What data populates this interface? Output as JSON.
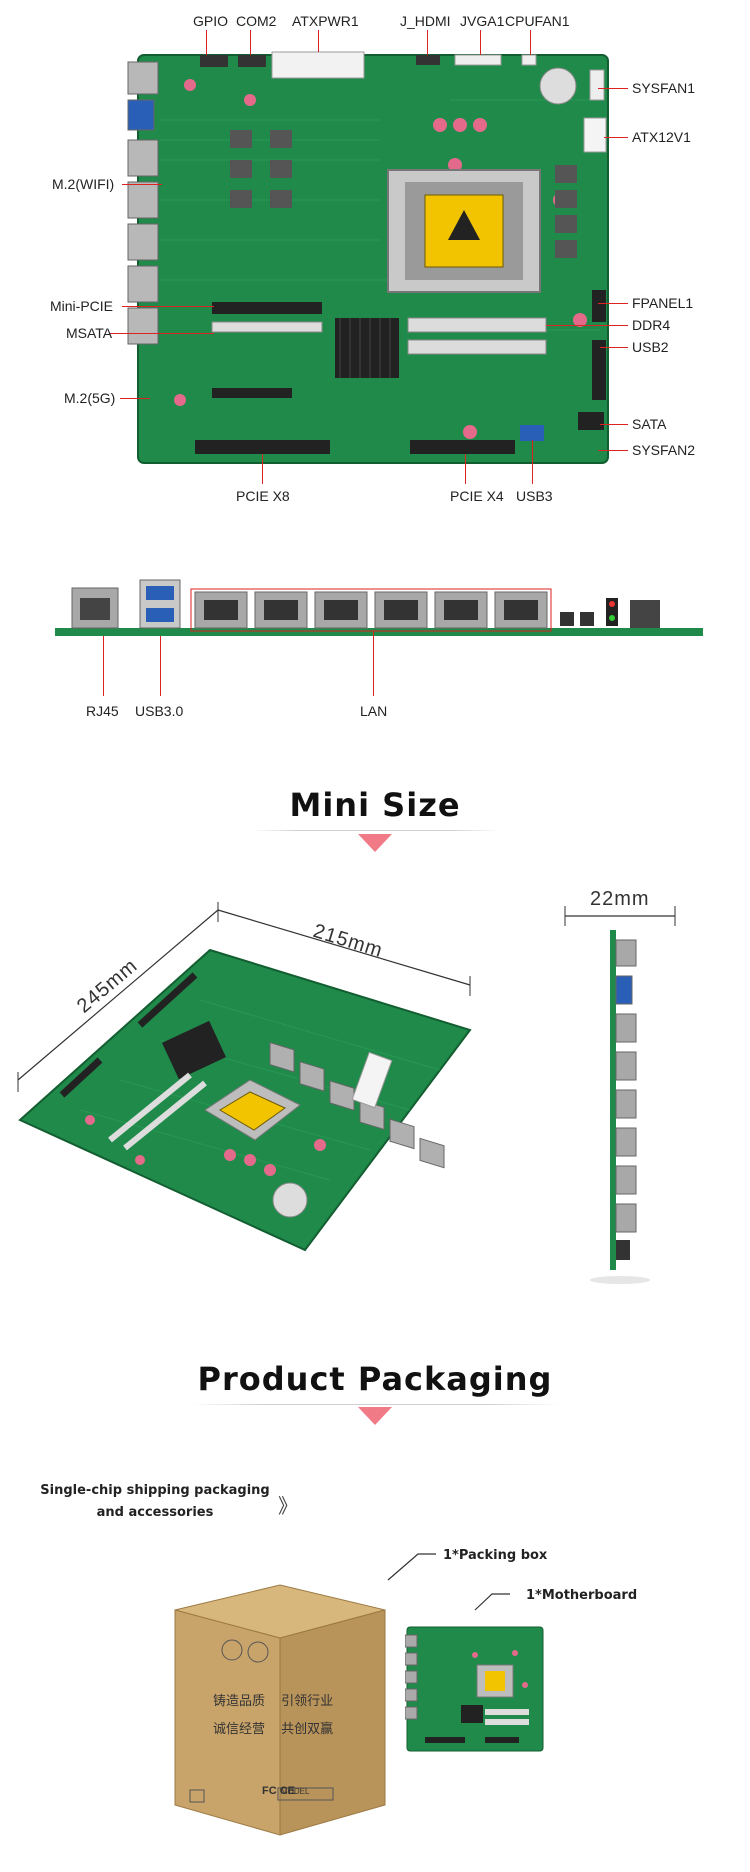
{
  "board_labels": {
    "top": {
      "gpio": "GPIO",
      "com2": "COM2",
      "atxpwr1": "ATXPWR1",
      "j_hdmi": "J_HDMI",
      "jvga1": "JVGA1",
      "cpufan1": "CPUFAN1"
    },
    "left": {
      "m2_wifi": "M.2(WIFI)",
      "mini_pcie": "Mini-PCIE",
      "msata": "MSATA",
      "m2_5g": "M.2(5G)"
    },
    "right": {
      "sysfan1": "SYSFAN1",
      "atx12v1": "ATX12V1",
      "fpanel1": "FPANEL1",
      "ddr4": "DDR4",
      "usb2": "USB2",
      "sata": "SATA",
      "sysfan2": "SYSFAN2"
    },
    "bottom": {
      "pcie_x8": "PCIE X8",
      "pcie_x4": "PCIE X4",
      "usb3": "USB3"
    }
  },
  "io_labels": {
    "rj45": "RJ45",
    "usb30": "USB3.0",
    "lan": "LAN"
  },
  "mini_size": {
    "title": "Mini Size",
    "dim_length": "215mm",
    "dim_width": "245mm",
    "dim_thickness": "22mm"
  },
  "packaging": {
    "title": "Product Packaging",
    "desc_line1": "Single-chip shipping packaging",
    "desc_line2": "and accessories",
    "chevron": "》",
    "item_box": "1*Packing box",
    "item_board": "1*Motherboard",
    "box_text_1a": "铸造品质",
    "box_text_1b": "引领行业",
    "box_text_2a": "诚信经营",
    "box_text_2b": "共创双赢",
    "box_model": "MODEL"
  },
  "colors": {
    "pcb_green": "#1f8a4a",
    "accent_red": "#d22222",
    "triangle_pink": "#f07a86",
    "box_kraft": "#c9a46a"
  }
}
